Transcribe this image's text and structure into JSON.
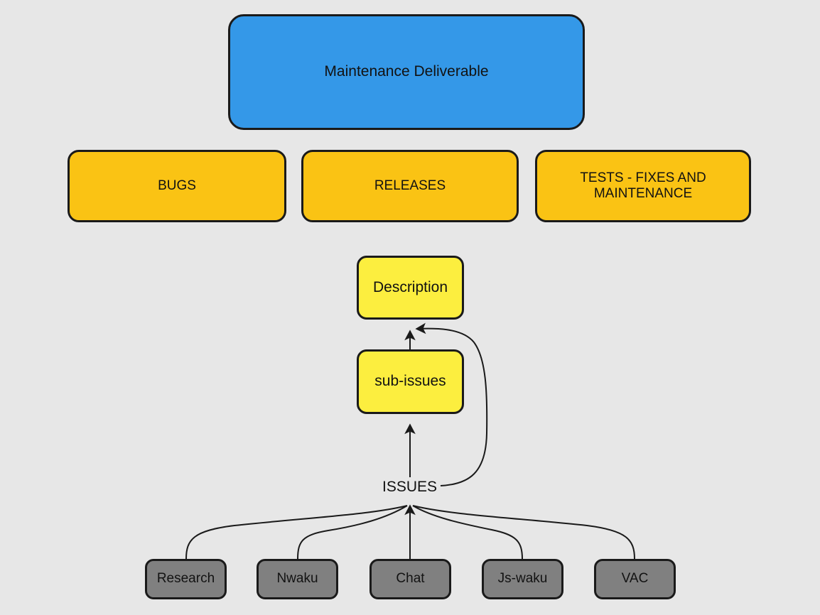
{
  "diagram": {
    "title_node": {
      "label": "Maintenance Deliverable",
      "color": "#3498e8"
    },
    "categories": [
      {
        "label": "BUGS",
        "color": "#fac314"
      },
      {
        "label": "RELEASES",
        "color": "#fac314"
      },
      {
        "label": "TESTS - FIXES AND MAINTENANCE",
        "color": "#fac314"
      }
    ],
    "details": [
      {
        "label": "Description",
        "color": "#fcee3f"
      },
      {
        "label": "sub-issues",
        "color": "#fcee3f"
      }
    ],
    "edge_labels": [
      {
        "label": "ISSUES"
      }
    ],
    "sources": [
      {
        "label": "Research",
        "color": "#808080"
      },
      {
        "label": "Nwaku",
        "color": "#808080"
      },
      {
        "label": "Chat",
        "color": "#808080"
      },
      {
        "label": "Js-waku",
        "color": "#808080"
      },
      {
        "label": "VAC",
        "color": "#808080"
      }
    ],
    "colors": {
      "background": "#e7e7e7",
      "stroke": "#1a1a1a",
      "text": "#121212"
    }
  }
}
